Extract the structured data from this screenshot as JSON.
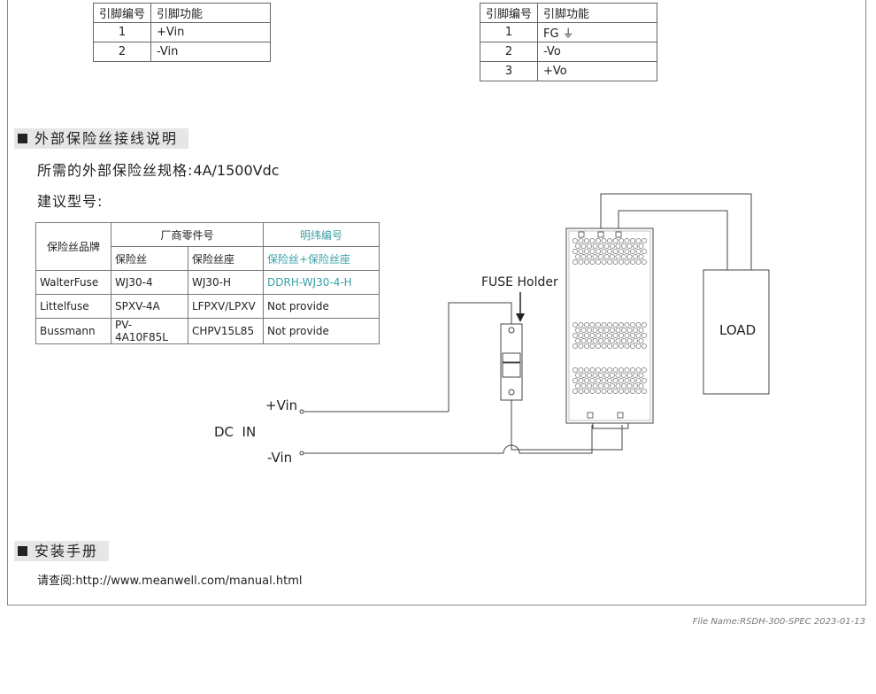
{
  "input_pins": {
    "headers": [
      "引脚编号",
      "引脚功能"
    ],
    "rows": [
      {
        "no": "1",
        "func": "+Vin"
      },
      {
        "no": "2",
        "func": "-Vin"
      }
    ]
  },
  "output_pins": {
    "headers": [
      "引脚编号",
      "引脚功能"
    ],
    "rows": [
      {
        "no": "1",
        "func": "FG ⏚"
      },
      {
        "no": "2",
        "func": "-Vo"
      },
      {
        "no": "3",
        "func": "+Vo"
      }
    ]
  },
  "fuse_section": {
    "title": "外部保险丝接线说明",
    "spec_label": "所需的外部保险丝规格:",
    "spec_value": "4A/1500Vdc",
    "recommend_label": "建议型号:"
  },
  "fuse_table": {
    "brand_header": "保险丝品牌",
    "maker_header": "厂商零件号",
    "mw_header": "明纬编号",
    "sub_fuse": "保险丝",
    "sub_holder": "保险丝座",
    "sub_mw": "保险丝+保险丝座",
    "rows": [
      {
        "brand": "WalterFuse",
        "fuse": "WJ30-4",
        "holder": "WJ30-H",
        "mw": "DDRH-WJ30-4-H"
      },
      {
        "brand": "Littelfuse",
        "fuse": "SPXV-4A",
        "holder": "LFPXV/LPXV",
        "mw": "Not provide"
      },
      {
        "brand": "Bussmann",
        "fuse": "PV-4A10F85L",
        "holder": "CHPV15L85",
        "mw": "Not provide"
      }
    ]
  },
  "diagram": {
    "fuse_holder": "FUSE Holder",
    "load": "LOAD",
    "vin_plus": "+Vin",
    "vin_minus": "-Vin",
    "dc_in": "DC  IN"
  },
  "manual_section": {
    "title": "安装手册",
    "text": "请查阅:http://www.meanwell.com/manual.html"
  },
  "footer": {
    "file_name": "File Name:RSDH-300-SPEC   2023-01-13"
  }
}
